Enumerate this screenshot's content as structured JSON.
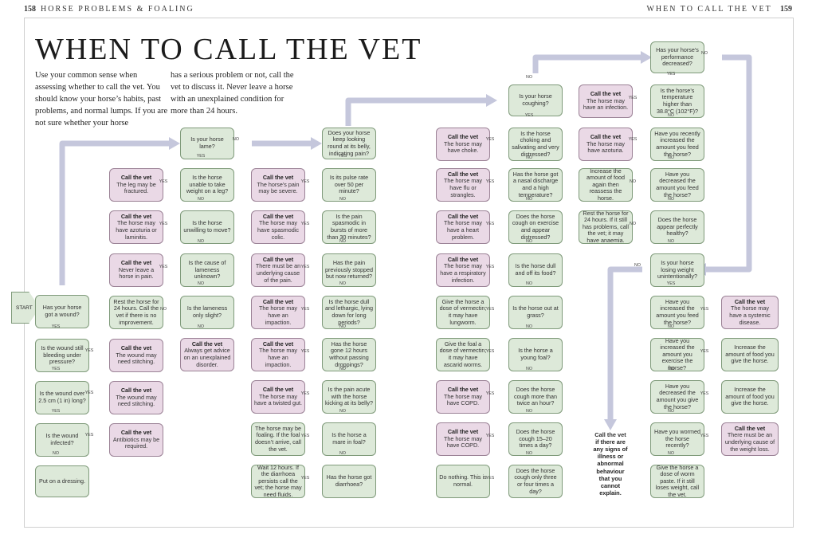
{
  "header": {
    "left_page": "158",
    "left_section": "Horse Problems & Foaling",
    "right_section": "When to call the vet",
    "right_page": "159"
  },
  "title": "WHEN TO CALL THE VET",
  "intro": {
    "col1": "Use your common sense when assessing whether to call the vet. You should know your horse’s habits, past problems, and normal lumps. If you are not sure whether your horse",
    "col2": "has a serious problem or not, call the vet to discuss it. Never leave a horse with an unexplained condition for more than 24 hours."
  },
  "start_label": "START",
  "branch": {
    "yes": "YES",
    "no": "NO"
  },
  "nodes": [
    {
      "id": "c1q1",
      "kind": "q",
      "text": "Has your horse got a wound?"
    },
    {
      "id": "c1q2",
      "kind": "q",
      "text": "Is the wound still bleeding under pressure?"
    },
    {
      "id": "c1q3",
      "kind": "q",
      "text": "Is the wound over 2.5 cm (1 in) long?"
    },
    {
      "id": "c1q4",
      "kind": "q",
      "text": "Is the wound infected?"
    },
    {
      "id": "c1a1",
      "kind": "a",
      "text": "Put on a dressing."
    },
    {
      "id": "c2v1",
      "kind": "v",
      "title": "Call the vet",
      "text": "The wound may need stitching."
    },
    {
      "id": "c2v2",
      "kind": "v",
      "title": "Call the vet",
      "text": "The wound may need stitching."
    },
    {
      "id": "c2v3",
      "kind": "v",
      "title": "Call the vet",
      "text": "Antibiotics may be required."
    },
    {
      "id": "c2v4",
      "kind": "v",
      "title": "Call the vet",
      "text": "The leg may be fractured."
    },
    {
      "id": "c2v5",
      "kind": "v",
      "title": "Call the vet",
      "text": "The horse may have azoturia or laminitis."
    },
    {
      "id": "c2v6",
      "kind": "v",
      "title": "Call the vet",
      "text": "Never leave a horse in pain."
    },
    {
      "id": "c2a1",
      "kind": "a",
      "text": "Rest the horse for 24 hours. Call the vet if there is no improvement."
    },
    {
      "id": "c3q1",
      "kind": "q",
      "text": "Is your horse lame?"
    },
    {
      "id": "c3q2",
      "kind": "q",
      "text": "Is the horse unable to take weight on a leg?"
    },
    {
      "id": "c3q3",
      "kind": "q",
      "text": "Is the horse unwilling to move?"
    },
    {
      "id": "c3q4",
      "kind": "q",
      "text": "Is the cause of lameness unknown?"
    },
    {
      "id": "c3q5",
      "kind": "q",
      "text": "Is the lameness only slight?"
    },
    {
      "id": "c3v1",
      "kind": "v",
      "title": "Call the vet",
      "text": "Always get advice on an unexplained disorder."
    },
    {
      "id": "c4v1",
      "kind": "v",
      "title": "Call the vet",
      "text": "The horse’s pain may be severe."
    },
    {
      "id": "c4v2",
      "kind": "v",
      "title": "Call the vet",
      "text": "The horse may have spasmodic colic."
    },
    {
      "id": "c4v3",
      "kind": "v",
      "title": "Call the vet",
      "text": "There must be an underlying cause of the pain."
    },
    {
      "id": "c4v4",
      "kind": "v",
      "title": "Call the vet",
      "text": "The horse may have an impaction."
    },
    {
      "id": "c4v5",
      "kind": "v",
      "title": "Call the vet",
      "text": "The horse may have an impaction."
    },
    {
      "id": "c4v6",
      "kind": "v",
      "title": "Call the vet",
      "text": "The horse may have a twisted gut."
    },
    {
      "id": "c4a1",
      "kind": "a",
      "text": "The horse may be foaling. If the foal doesn’t arrive, call the vet."
    },
    {
      "id": "c4a2",
      "kind": "a",
      "text": "Wait 12 hours. If the diarrhoea persists call the vet; the horse may need fluids."
    },
    {
      "id": "c5q1",
      "kind": "q",
      "text": "Does your horse keep looking round at its belly, indicating pain?"
    },
    {
      "id": "c5q2",
      "kind": "q",
      "text": "Is its pulse rate over 50 per minute?"
    },
    {
      "id": "c5q3",
      "kind": "q",
      "text": "Is the pain spasmodic in bursts of more than 30 minutes?"
    },
    {
      "id": "c5q4",
      "kind": "q",
      "text": "Has the pain previously stopped but now returned?"
    },
    {
      "id": "c5q5",
      "kind": "q",
      "text": "Is the horse dull and lethargic, lying down for long periods?"
    },
    {
      "id": "c5q6",
      "kind": "q",
      "text": "Has the horse gone 12 hours without passing droppings?"
    },
    {
      "id": "c5q7",
      "kind": "q",
      "text": "Is the pain acute with the horse kicking at its belly?"
    },
    {
      "id": "c5q8",
      "kind": "q",
      "text": "Is the horse a mare in foal?"
    },
    {
      "id": "c5q9",
      "kind": "q",
      "text": "Has the horse got diarrhoea?"
    },
    {
      "id": "c6v1",
      "kind": "v",
      "title": "Call the vet",
      "text": "The horse may have choke."
    },
    {
      "id": "c6v2",
      "kind": "v",
      "title": "Call the vet",
      "text": "The horse may have flu or strangles."
    },
    {
      "id": "c6v3",
      "kind": "v",
      "title": "Call the vet",
      "text": "The horse may have a heart problem."
    },
    {
      "id": "c6v4",
      "kind": "v",
      "title": "Call the vet",
      "text": "The horse may have a respiratory infection."
    },
    {
      "id": "c6a1",
      "kind": "a",
      "text": "Give the horse a dose of vermectin; it may have lungworm."
    },
    {
      "id": "c6a2",
      "kind": "a",
      "text": "Give the foal a dose of vermectin; it may have ascarid worms."
    },
    {
      "id": "c6v5",
      "kind": "v",
      "title": "Call the vet",
      "text": "The horse may have COPD."
    },
    {
      "id": "c6v6",
      "kind": "v",
      "title": "Call the vet",
      "text": "The horse may have COPD."
    },
    {
      "id": "c6a3",
      "kind": "a",
      "text": "Do nothing. This is normal."
    },
    {
      "id": "c7q1",
      "kind": "q",
      "text": "Is your horse coughing?"
    },
    {
      "id": "c7q2",
      "kind": "q",
      "text": "Is the horse choking and salivating and very distressed?"
    },
    {
      "id": "c7q3",
      "kind": "q",
      "text": "Has the horse got a nasal discharge and a high temperature?"
    },
    {
      "id": "c7q4",
      "kind": "q",
      "text": "Does the horse cough on exercise and appear distressed?"
    },
    {
      "id": "c7q5",
      "kind": "q",
      "text": "Is the horse dull and off its food?"
    },
    {
      "id": "c7q6",
      "kind": "q",
      "text": "Is the horse out at grass?"
    },
    {
      "id": "c7q7",
      "kind": "q",
      "text": "Is the horse a young foal?"
    },
    {
      "id": "c7q8",
      "kind": "q",
      "text": "Does the horse cough more than twice an hour?"
    },
    {
      "id": "c7q9",
      "kind": "q",
      "text": "Does the horse cough 15–20 times a day?"
    },
    {
      "id": "c7q10",
      "kind": "q",
      "text": "Does the horse cough only three or four times a day?"
    },
    {
      "id": "c8v1",
      "kind": "v",
      "title": "Call the vet",
      "text": "The horse may have an infection."
    },
    {
      "id": "c8v2",
      "kind": "v",
      "title": "Call the vet",
      "text": "The horse may have azoturia."
    },
    {
      "id": "c8a1",
      "kind": "a",
      "text": "Increase the amount of food again then reassess the horse."
    },
    {
      "id": "c8a2",
      "kind": "a",
      "text": "Rest the horse for 24 hours. If it still has problems, call the vet; it may have anaemia."
    },
    {
      "id": "c8big",
      "kind": "big",
      "title": "Call the vet",
      "text": "if there are any signs of illness or abnormal behaviour that you cannot explain."
    },
    {
      "id": "c9q1",
      "kind": "q",
      "text": "Has your horse’s performance decreased?"
    },
    {
      "id": "c9q2",
      "kind": "q",
      "text": "Is the horse’s temperature higher than 38.8°C (102°F)?"
    },
    {
      "id": "c9q3",
      "kind": "q",
      "text": "Have you recently increased the amount you feed the horse?"
    },
    {
      "id": "c9q4",
      "kind": "q",
      "text": "Have you decreased the amount you feed the horse?"
    },
    {
      "id": "c9q5",
      "kind": "q",
      "text": "Does the horse appear perfectly healthy?"
    },
    {
      "id": "c9q6",
      "kind": "q",
      "text": "Is your horse losing weight unintentionally?"
    },
    {
      "id": "c9q7",
      "kind": "q",
      "text": "Have you increased the amount you feed the horse?"
    },
    {
      "id": "c9q8",
      "kind": "q",
      "text": "Have you increased the amount you exercise the horse?"
    },
    {
      "id": "c9q9",
      "kind": "q",
      "text": "Have you decreased the amount you give the horse?"
    },
    {
      "id": "c9q10",
      "kind": "q",
      "text": "Have you wormed the horse recently?"
    },
    {
      "id": "c9a1",
      "kind": "a",
      "text": "Give the horse a dose of worm paste. If it still loses weight, call the vet."
    },
    {
      "id": "c10v1",
      "kind": "v",
      "title": "Call the vet",
      "text": "The horse may have a systemic disease."
    },
    {
      "id": "c10a1",
      "kind": "a",
      "text": "Increase the amount of food you give the horse."
    },
    {
      "id": "c10a2",
      "kind": "a",
      "text": "Increase the amount of food you give the horse."
    },
    {
      "id": "c10v2",
      "kind": "v",
      "title": "Call the vet",
      "text": "There must be an underlying cause of the weight loss."
    }
  ]
}
